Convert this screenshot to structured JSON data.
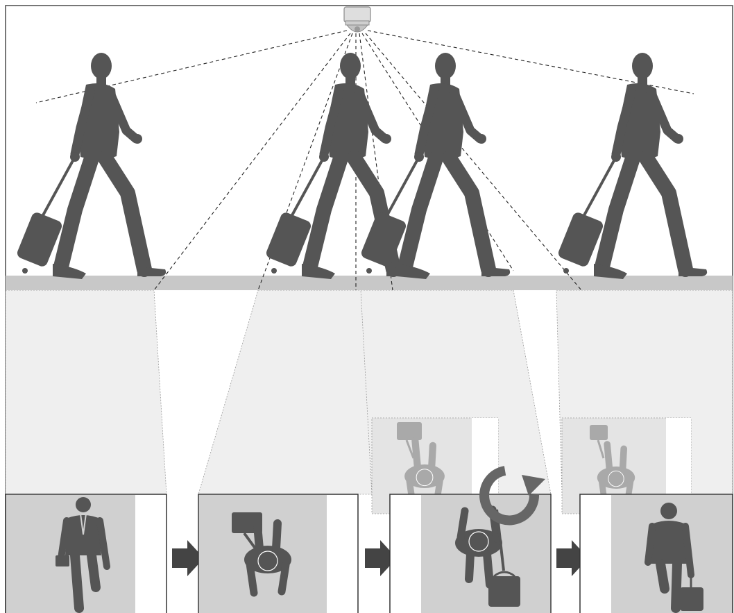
{
  "colors": {
    "frame": "#777777",
    "floor": "#c8c8c8",
    "projection_fill": "#efefef",
    "view_panel": "#d0d0d0",
    "faded_panel": "#e4e4e4",
    "person": "#555555",
    "faded_person": "#a9a9a9",
    "arrow": "#444444",
    "rotate_arrow": "#666666",
    "ray": "#222222"
  },
  "icons": {
    "camera": "ceiling-dome-camera-icon",
    "walker": "walking-man-with-suitcase-icon",
    "flow_arrow": "right-arrow-icon",
    "rotate": "clockwise-rotate-arrow-icon"
  },
  "stages": [
    {
      "id": "1",
      "view": "front-view",
      "faded_view": false,
      "rotated": false
    },
    {
      "id": "2",
      "view": "top-view",
      "faded_view": false,
      "rotated": false
    },
    {
      "id": "3",
      "view": "top-view-rotated",
      "faded_view": true,
      "rotated": true
    },
    {
      "id": "4",
      "view": "back-view",
      "faded_view": true,
      "rotated": false
    }
  ]
}
